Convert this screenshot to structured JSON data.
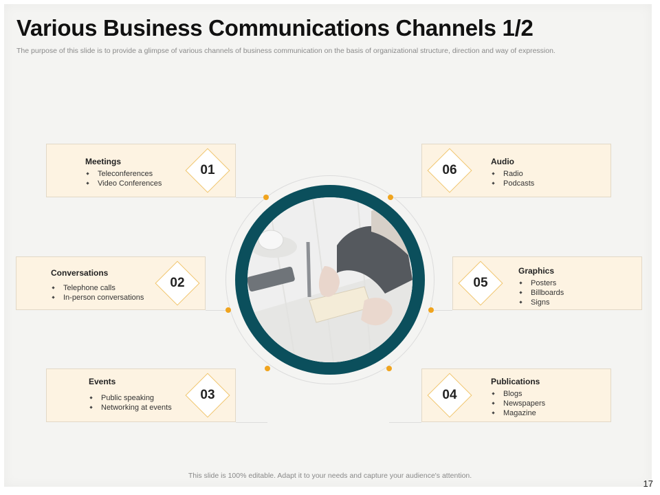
{
  "title": "Various Business Communications Channels 1/2",
  "subtitle": "The purpose of this slide is to provide a glimpse of various channels of business communication on the basis of organizational structure, direction and way of expression.",
  "channels": [
    {
      "number": "01",
      "title": "Meetings",
      "items": [
        "Teleconferences",
        "Video Conferences"
      ]
    },
    {
      "number": "02",
      "title": "Conversations",
      "items": [
        "Telephone calls",
        "In-person conversations"
      ]
    },
    {
      "number": "03",
      "title": "Events",
      "items": [
        "Public speaking",
        "Networking at events"
      ]
    },
    {
      "number": "04",
      "title": "Publications",
      "items": [
        "Blogs",
        "Newspapers",
        "Magazine"
      ]
    },
    {
      "number": "05",
      "title": "Graphics",
      "items": [
        "Posters",
        "Billboards",
        "Signs"
      ]
    },
    {
      "number": "06",
      "title": "Audio",
      "items": [
        "Radio",
        "Podcasts"
      ]
    }
  ],
  "footer": "This slide is 100% editable. Adapt it to your needs and capture your audience's attention.",
  "page_number": "17",
  "colors": {
    "accent_orange": "#f0a41e",
    "diamond_border": "#f0c46a",
    "card_fill": "#fdf3e2",
    "ring_teal": "#0b4f5c"
  }
}
